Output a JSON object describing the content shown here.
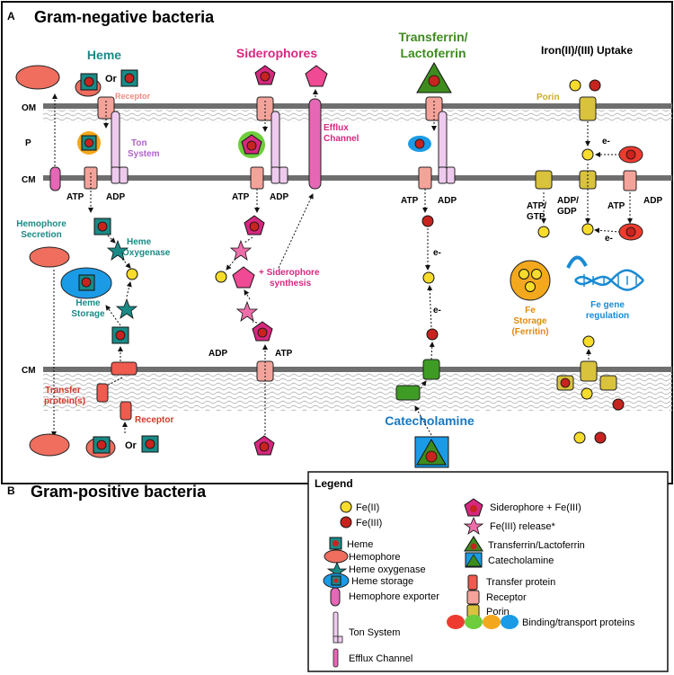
{
  "panel_a": {
    "letter": "A",
    "title": "Gram-negative bacteria"
  },
  "panel_b": {
    "letter": "B",
    "title": "Gram-positive bacteria"
  },
  "membranes": {
    "om": "OM",
    "p": "P",
    "cm": "CM",
    "cm_b": "CM"
  },
  "columns": {
    "heme": "Heme",
    "siderophores": "Siderophores",
    "transferrin_1": "Transferrin/",
    "transferrin_2": "Lactoferrin",
    "iron_uptake": "Iron(II)/(III) Uptake"
  },
  "labels": {
    "or_top": "Or",
    "or_bottom": "Or",
    "receptor_top": "Receptor",
    "receptor_bottom": "Receptor",
    "ton_system_1": "Ton",
    "ton_system_2": "System",
    "atp_1": "ATP",
    "adp_1": "ADP",
    "atp_2": "ATP",
    "adp_2": "ADP",
    "atp_3": "ATP",
    "adp_3": "ADP",
    "atp_gtp_1": "ATP/",
    "atp_gtp_2": "GTP",
    "adp_gdp_1": "ADP/",
    "adp_gdp_2": "GDP",
    "atp_4": "ATP",
    "adp_4": "ADP",
    "atp_5": "ATP",
    "adp_5": "ADP",
    "hemophore_secretion_1": "Hemophore",
    "hemophore_secretion_2": "Secretion",
    "heme_oxygenase_1": "Heme",
    "heme_oxygenase_2": "Oxygenase",
    "heme_storage_1": "Heme",
    "heme_storage_2": "Storage",
    "efflux_1": "Efflux",
    "efflux_2": "Channel",
    "sid_synthesis_1": "+ Siderophore",
    "sid_synthesis_2": "synthesis",
    "porin": "Porin",
    "e1": "e-",
    "e2": "e-",
    "e3": "e-",
    "e4": "e-",
    "fe_storage_1": "Fe",
    "fe_storage_2": "Storage",
    "fe_storage_3": "(Ferritin)",
    "fe_gene_1": "Fe gene",
    "fe_gene_2": "regulation",
    "transfer_protein_1": "Transfer",
    "transfer_protein_2": "protein(s)",
    "catecholamine": "Catecholamine"
  },
  "legend": {
    "title": "Legend",
    "fe2": "Fe(II)",
    "fe3": "Fe(III)",
    "heme": "Heme",
    "hemophore": "Hemophore",
    "heme_oxygenase": "Heme oxygenase",
    "heme_storage": "Heme storage",
    "hemophore_exporter": "Hemophore exporter",
    "ton_system": "Ton System",
    "efflux_channel": "Efflux Channel",
    "siderophore_fe3": "Siderophore + Fe(III)",
    "fe3_release": "Fe(III) release*",
    "transferrin": "Transferrin/Lactoferrin",
    "catecholamine": "Catecholamine",
    "transfer_protein": "Transfer protein",
    "receptor": "Receptor",
    "porin": "Porin",
    "binding_transport": "Binding/transport proteins"
  },
  "colors": {
    "heme": "#1a8a86",
    "siderophore": "#d6287f",
    "transferrin": "#3e8c1e",
    "catecholamine": "#1778c2",
    "storage": "#e08a12",
    "receptor": "#f4a39a",
    "hemophore": "#ef6e5e",
    "porin": "#d9c23c",
    "fe2": "#f7dc2c",
    "fe3": "#c7241f"
  }
}
